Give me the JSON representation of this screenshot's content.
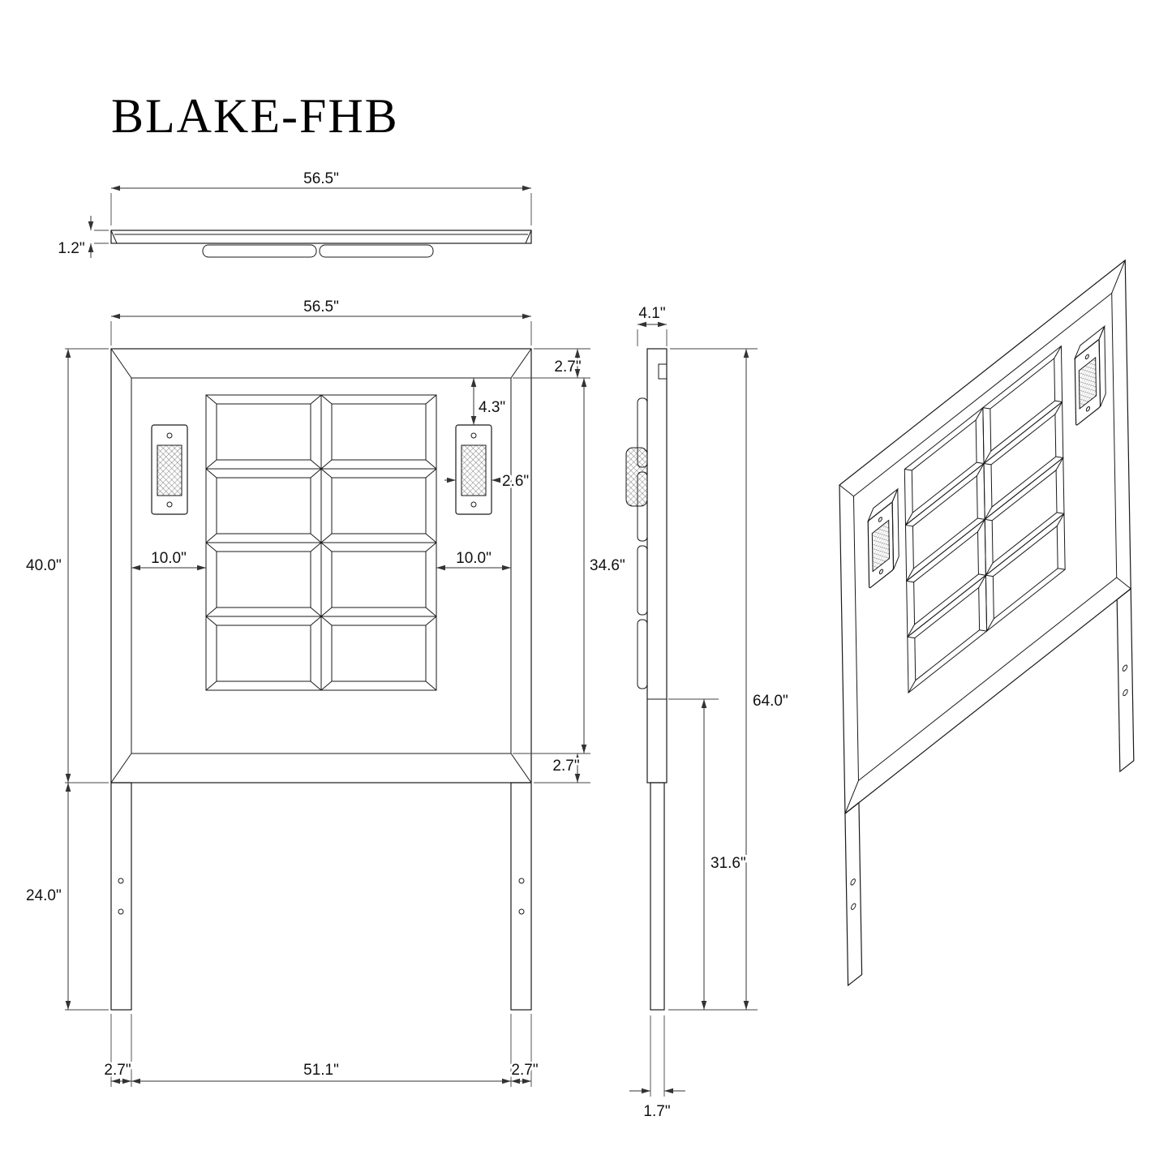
{
  "title": "BLAKE-FHB",
  "drawing": {
    "top_view": {
      "width": "56.5\"",
      "thickness": "1.2\""
    },
    "front_view": {
      "width": "56.5\"",
      "top_rail": "2.7\"",
      "lamp_offset": "4.3\"",
      "lamp_width": "2.6\"",
      "left_inset": "10.0\"",
      "right_inset": "10.0\"",
      "panel_height": "34.6\"",
      "height": "40.0\"",
      "bottom_rail": "2.7\"",
      "leg_height": "24.0\"",
      "bottom_left_leg": "2.7\"",
      "bottom_inner": "51.1\"",
      "bottom_right_leg": "2.7\""
    },
    "side_view": {
      "depth": "4.1\"",
      "total_height": "64.0\"",
      "mount_height": "31.6\"",
      "leg_depth": "1.7\""
    }
  }
}
